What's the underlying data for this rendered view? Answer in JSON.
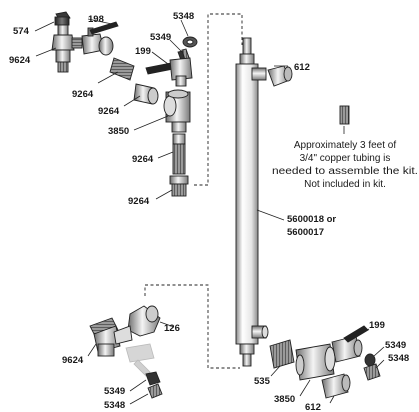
{
  "labels": {
    "p574": "574",
    "p198": "198",
    "p9624_top": "9624",
    "p9264_a": "9264",
    "p9264_b": "9264",
    "p5348_top": "5348",
    "p5349_top": "5349",
    "p199_top": "199",
    "p3850_left": "3850",
    "p9264_c": "9264",
    "p9264_d": "9264",
    "p612_top": "612",
    "p126": "126",
    "p9624_bottom": "9624",
    "p5349_bottom": "5349",
    "p5348_bottom": "5348",
    "p535": "535",
    "p3850_bottom": "3850",
    "p612_bottom": "612",
    "p199_right": "199",
    "p5349_right": "5349",
    "p5348_right": "5348",
    "main_part_1": "5600018 or",
    "main_part_2": "5600017"
  },
  "note": {
    "line1": "Approximately 3 feet of",
    "line2": "3/4\" copper tubing is",
    "line3": "needed to assemble the kit.",
    "line4": "Not included in kit."
  }
}
